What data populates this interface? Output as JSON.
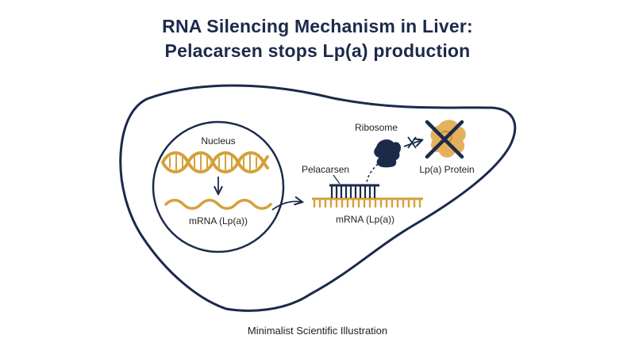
{
  "title": {
    "line1": "RNA Silencing Mechanism in Liver:",
    "line2": "Pelacarsen stops Lp(a) production"
  },
  "labels": {
    "nucleus": "Nucleus",
    "mrna_nucleus": "mRNA (Lp(a))",
    "pelacarsen": "Pelacarsen",
    "mrna_cytoplasm": "mRNA (Lp(a))",
    "ribosome": "Ribosome",
    "protein": "Lp(a) Protein"
  },
  "footer": "Minimalist Scientific Illustration",
  "colors": {
    "navy": "#1c2a4a",
    "gold": "#d4a13a",
    "tan": "#e3b15e"
  },
  "icons": {
    "dna": "dna-helix-icon",
    "ribosome": "ribosome-icon",
    "protein": "protein-blob-icon",
    "block": "x-cross-icon"
  }
}
